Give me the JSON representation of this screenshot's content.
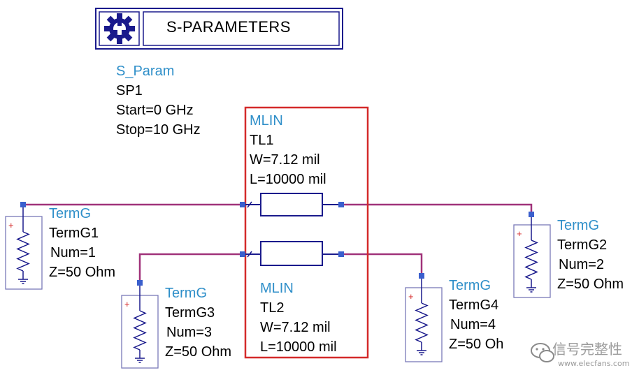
{
  "sparam_block": {
    "title": "S-PARAMETERS",
    "labels": [
      "S_Param",
      "SP1",
      "Start=0 GHz",
      "Stop=10 GHz"
    ]
  },
  "mlin1": {
    "labels": [
      "MLIN",
      "TL1",
      "W=7.12 mil",
      "L=10000 mil"
    ]
  },
  "mlin2": {
    "labels": [
      "MLIN",
      "TL2",
      "W=7.12 mil",
      "L=10000 mil"
    ]
  },
  "termg1": {
    "labels": [
      "TermG",
      "TermG1",
      "Num=1",
      "Z=50 Ohm"
    ]
  },
  "termg2": {
    "labels": [
      "TermG",
      "TermG2",
      "Num=2",
      "Z=50 Ohm"
    ]
  },
  "termg3": {
    "labels": [
      "TermG",
      "TermG3",
      "Num=3",
      "Z=50 Ohm"
    ]
  },
  "termg4": {
    "labels": [
      "TermG",
      "TermG4",
      "Num=4",
      "Z=50 Oh"
    ]
  },
  "watermark": {
    "name": "信号完整性",
    "url": "www.elecfans.com"
  },
  "colors": {
    "wire": "#a0327a",
    "component": "#1a1a8c",
    "pin": "#3a5fcd",
    "label_blue": "#2f8fc9",
    "highlight": "#d42a2a",
    "term_box": "#7a7ab8"
  }
}
